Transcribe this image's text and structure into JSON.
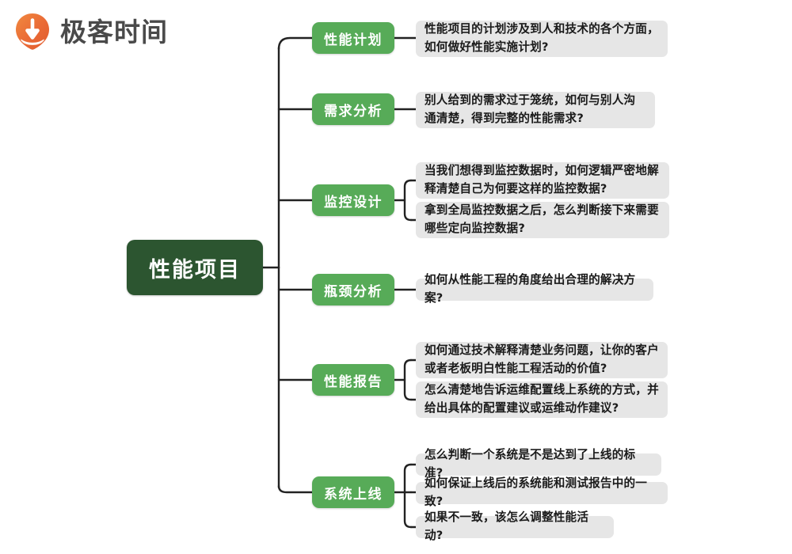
{
  "brand": {
    "name": "极客时间",
    "logo_icon": "geektime-balloon-arrow-icon",
    "accent_color": "#ef7d3a",
    "text_color": "#4a4a4a"
  },
  "colors": {
    "root_green": "#2c5530",
    "branch_green": "#57ab58",
    "leaf_gray": "#e6e6e6",
    "connector": "#222222",
    "canvas": "#ffffff"
  },
  "mindmap": {
    "root": {
      "label": "性能项目"
    },
    "branches": [
      {
        "label": "性能计划",
        "leaves": [
          "性能项目的计划涉及到人和技术的各个方面，如何做好性能实施计划?"
        ]
      },
      {
        "label": "需求分析",
        "leaves": [
          "别人给到的需求过于笼统，如何与别人沟通清楚，得到完整的性能需求?"
        ]
      },
      {
        "label": "监控设计",
        "leaves": [
          "当我们想得到监控数据时，如何逻辑严密地解释清楚自己为何要这样的监控数据?",
          "拿到全局监控数据之后，怎么判断接下来需要哪些定向监控数据?"
        ]
      },
      {
        "label": "瓶颈分析",
        "leaves": [
          "如何从性能工程的角度给出合理的解决方案?"
        ]
      },
      {
        "label": "性能报告",
        "leaves": [
          "如何通过技术解释清楚业务问题，让你的客户或者老板明白性能工程活动的价值?",
          "怎么清楚地告诉运维配置线上系统的方式，并给出具体的配置建议或运维动作建议?"
        ]
      },
      {
        "label": "系统上线",
        "leaves": [
          "怎么判断一个系统是不是达到了上线的标准?",
          "如何保证上线后的系统能和测试报告中的一致?",
          "如果不一致，该怎么调整性能活动?"
        ]
      }
    ]
  }
}
